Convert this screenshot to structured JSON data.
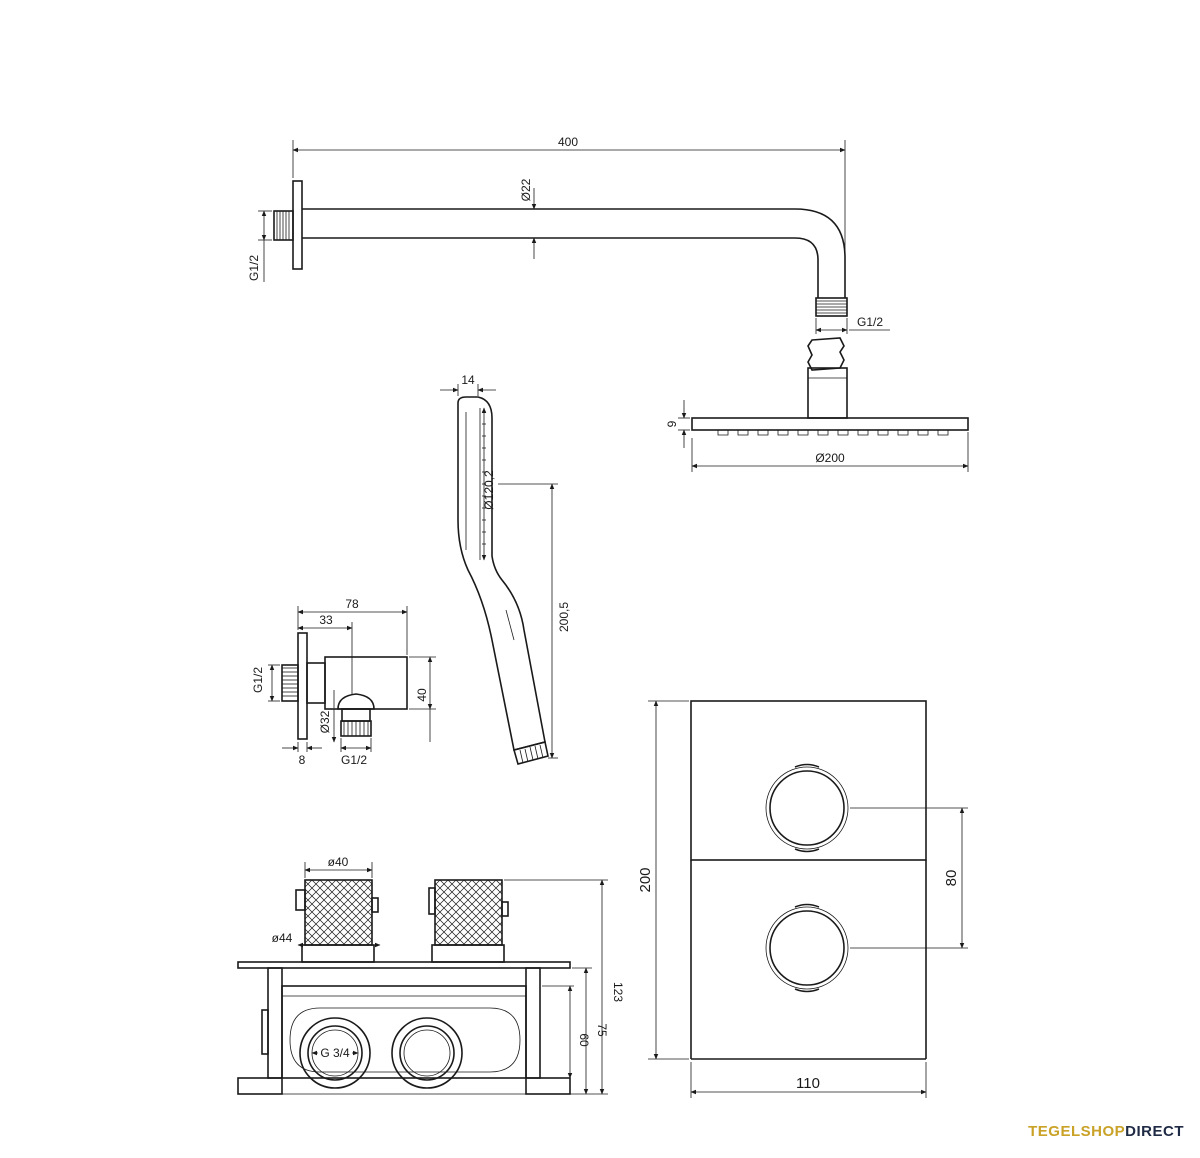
{
  "dimensions": {
    "arm_length": "400",
    "arm_diameter": "Ø22",
    "arm_wall_thread": "G1/2",
    "arm_head_thread": "G1/2",
    "head_height": "9",
    "head_diameter": "Ø200",
    "hand_width": "14",
    "hand_head": "Ø120,2",
    "hand_length": "200,5",
    "outlet_width": "78",
    "outlet_offset": "33",
    "outlet_height": "40",
    "outlet_thread_left": "G1/2",
    "outlet_diameter": "Ø32",
    "outlet_flange": "8",
    "outlet_thread_bottom": "G1/2",
    "knob_diameter": "ø40",
    "rosette_diameter": "ø44",
    "box_total": "123",
    "box_75": "75",
    "box_60": "60",
    "box_inlet": "G 3/4",
    "plate_height": "200",
    "plate_width": "110",
    "knob_spacing": "80"
  },
  "brand": {
    "part1": "TEGELSHOP",
    "part2": "DIRECT",
    "accent_color": "#c9a227",
    "dark_color": "#1f2a44"
  }
}
